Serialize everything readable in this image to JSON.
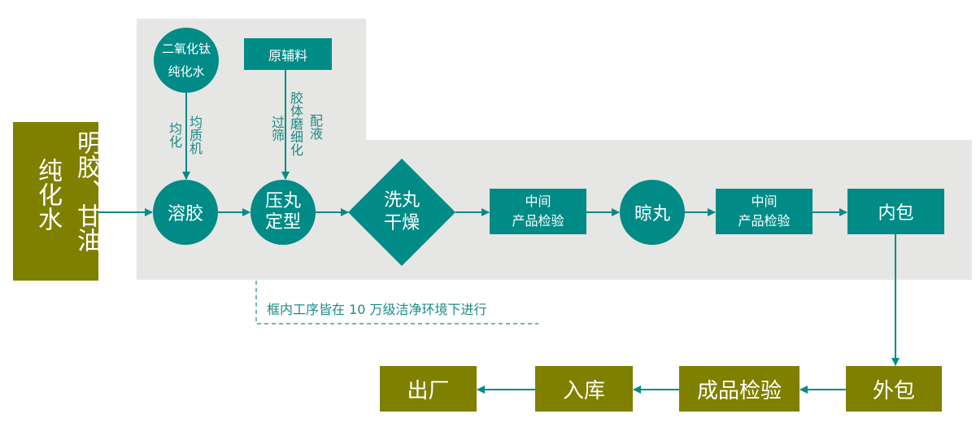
{
  "colors": {
    "teal": "#008b87",
    "olive": "#7f7f00",
    "grey": "#e6e6e4"
  },
  "inputs": {
    "left_water": "纯化水",
    "left_gel": "明胶、甘油",
    "tio2": "二氧化钛",
    "tio2_water": "纯化水",
    "raw": "原辅料"
  },
  "edge_labels": {
    "homogenize": "均化",
    "homogenizer": "均质机",
    "sieve": "过筛",
    "colloid_mill": "胶体磨细化",
    "prep": "配液"
  },
  "steps": {
    "dissolve": "溶胶",
    "press_line1": "压丸",
    "press_line2": "定型",
    "wash_line1": "洗丸",
    "wash_line2": "干燥",
    "qc1_line1": "中间",
    "qc1_line2": "产品检验",
    "air_dry": "晾丸",
    "qc2_line1": "中间",
    "qc2_line2": "产品检验",
    "inner_pack": "内包",
    "outer_pack": "外包",
    "final_qc": "成品检验",
    "storage": "入库",
    "shipping": "出厂"
  },
  "note": "框内工序皆在 10 万级洁净环境下进行"
}
